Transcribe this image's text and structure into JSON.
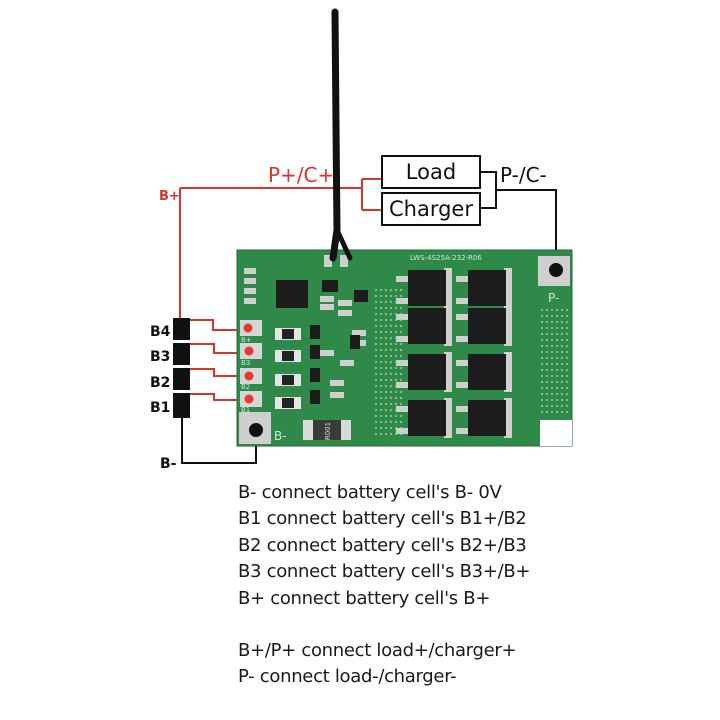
{
  "diagram": {
    "title_labels": {
      "p_plus": "P+/C+",
      "p_minus": "P-/C-",
      "b_plus": "B+",
      "b_minus": "B-"
    },
    "boxes": {
      "load": "Load",
      "charger": "Charger"
    },
    "cells": [
      "B4",
      "B3",
      "B2",
      "B1"
    ],
    "board": {
      "silkscreen_model": "LWS-4S25A-232-R06",
      "pad_b_minus": "B-",
      "pad_p_minus": "P-",
      "pad_labels": [
        "B+",
        "B3",
        "B2",
        "B1"
      ],
      "resistor_marking": "R001"
    },
    "colors": {
      "positive_wire": "#d9342b",
      "negative_wire": "#111111",
      "pcb": "#2f8a4a",
      "mosfet": "#1c1c1c"
    }
  },
  "descriptions": [
    "B- connect battery cell's B- 0V",
    "B1 connect battery cell's B1+/B2",
    "B2 connect battery cell's B2+/B3",
    "B3 connect battery cell's B3+/B+",
    "B+ connect battery cell's B+",
    "B+/P+ connect load+/charger+",
    "P- connect load-/charger-"
  ]
}
